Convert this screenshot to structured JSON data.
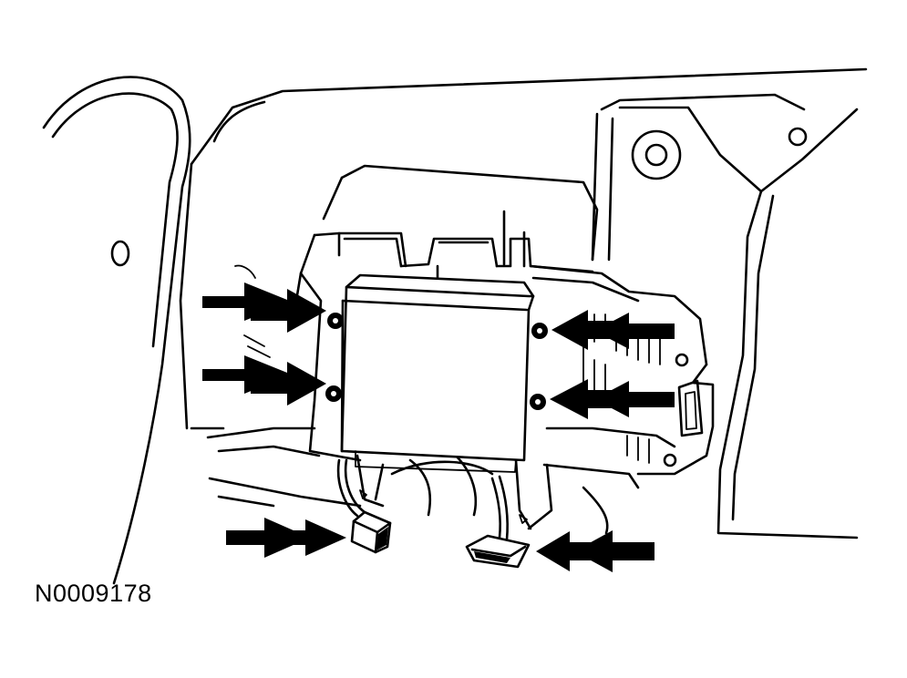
{
  "figure": {
    "reference_number": "N0009178",
    "colors": {
      "line": "#000000",
      "background": "#ffffff"
    },
    "callout_arrows": [
      {
        "name": "arrow-upper-left-nut",
        "direction": "right"
      },
      {
        "name": "arrow-lower-left-nut",
        "direction": "right"
      },
      {
        "name": "arrow-upper-right-nut",
        "direction": "left"
      },
      {
        "name": "arrow-lower-right-nut",
        "direction": "left"
      },
      {
        "name": "arrow-left-connector",
        "direction": "right"
      },
      {
        "name": "arrow-right-connector",
        "direction": "left"
      }
    ]
  }
}
